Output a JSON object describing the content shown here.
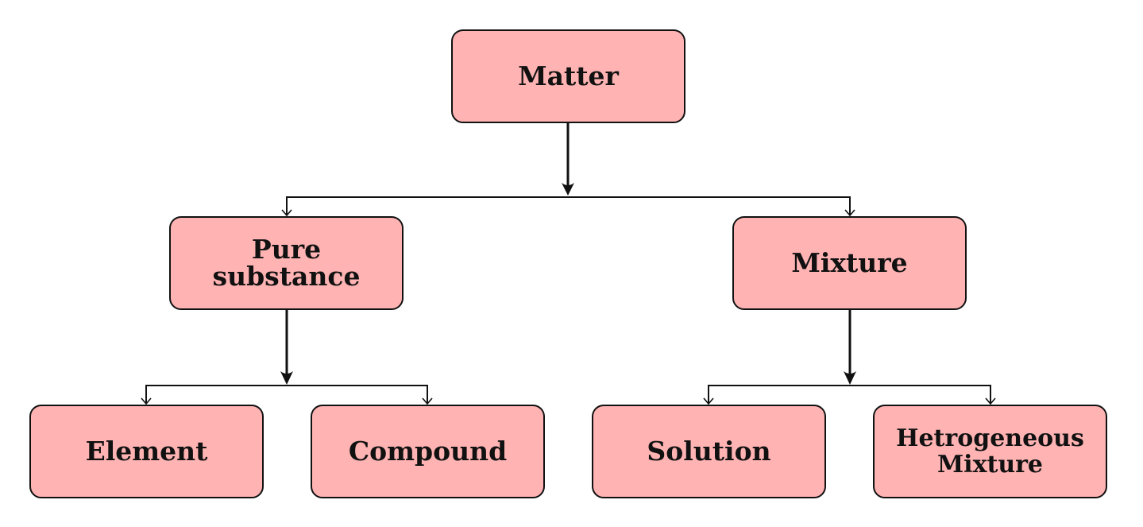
{
  "diagram": {
    "nodes": {
      "matter": "Matter",
      "pure_substance": "Pure\nsubstance",
      "mixture": "Mixture",
      "element": "Element",
      "compound": "Compound",
      "solution": "Solution",
      "heterogeneous_mixture": "Hetrogeneous\nMixture"
    },
    "edges": [
      {
        "from": "matter",
        "to": "pure_substance"
      },
      {
        "from": "matter",
        "to": "mixture"
      },
      {
        "from": "pure_substance",
        "to": "element"
      },
      {
        "from": "pure_substance",
        "to": "compound"
      },
      {
        "from": "mixture",
        "to": "solution"
      },
      {
        "from": "mixture",
        "to": "heterogeneous_mixture"
      }
    ],
    "colors": {
      "node_fill": "#ffb3b3",
      "node_border": "#111111",
      "connector": "#111111"
    }
  }
}
